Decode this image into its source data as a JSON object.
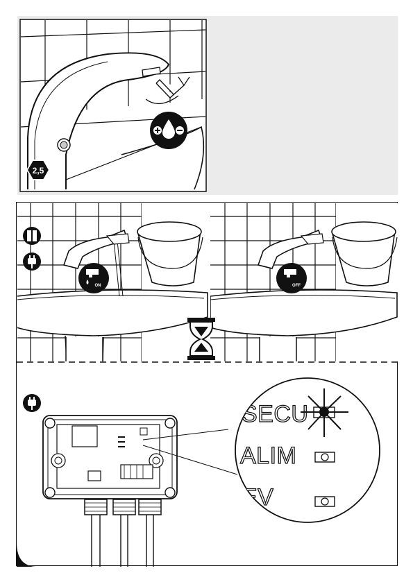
{
  "step1": {
    "hex_key_size": "2,5",
    "flow_adjust_icon": "drop-plus-minus-icon"
  },
  "step2": {
    "battery_icon": "battery-icon",
    "plug_icon": "power-plug-icon",
    "left_tap_badge": "ON",
    "right_tap_badge": "OFF",
    "wait_icon": "hourglass-icon"
  },
  "step3": {
    "plug_icon": "power-plug-icon",
    "leds": [
      {
        "label": "SECU",
        "state": "blinking"
      },
      {
        "label": "ALIM",
        "state": "off"
      },
      {
        "label": "EV",
        "state": "off"
      }
    ]
  },
  "colors": {
    "ink": "#111111",
    "panel_bg": "#ebebeb",
    "paper": "#ffffff"
  }
}
